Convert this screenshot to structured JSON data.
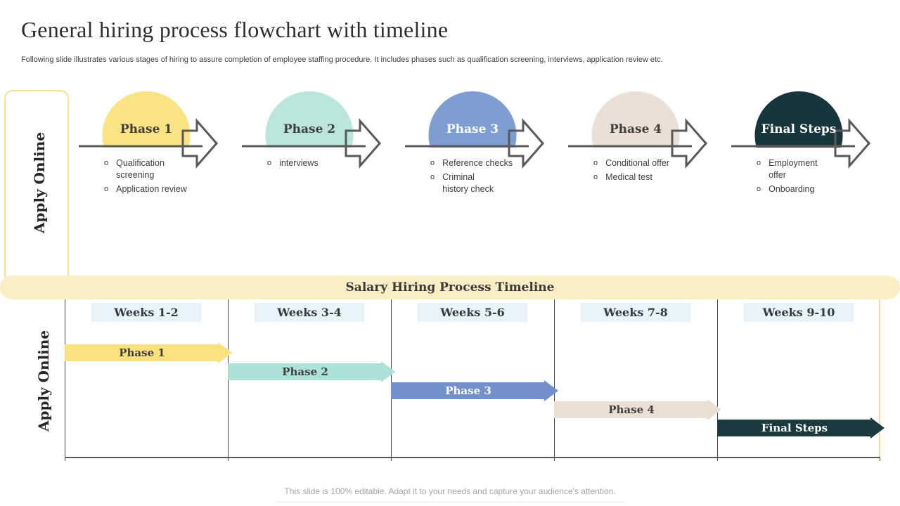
{
  "slide": {
    "title": "General hiring process flowchart with timeline",
    "subtitle": "Following slide illustrates various stages of hiring to assure completion of employee staffing procedure. It includes phases such as qualification screening, interviews, application review etc.",
    "footer": "This slide is 100% editable. Adapt it to your needs and capture your audience's attention."
  },
  "flowchart": {
    "side_label": "Apply Online",
    "phases": [
      {
        "label": "Phase 1",
        "color": "#f9e383",
        "text_color": "#3f3f3f",
        "items": [
          "Qualification\nscreening",
          "Application review"
        ]
      },
      {
        "label": "Phase 2",
        "color": "#b9e5dc",
        "text_color": "#3f3f3f",
        "items": [
          "interviews"
        ]
      },
      {
        "label": "Phase 3",
        "color": "#7d9dd3",
        "text_color": "#ffffff",
        "items": [
          "Reference checks",
          "Criminal\nhistory check"
        ]
      },
      {
        "label": "Phase 4",
        "color": "#eae0d5",
        "text_color": "#3f3f3f",
        "items": [
          "Conditional offer",
          "Medical test"
        ]
      },
      {
        "label": "Final Steps",
        "color": "#16363c",
        "text_color": "#ffffff",
        "items": [
          "Employment\noffer",
          "Onboarding"
        ]
      }
    ]
  },
  "timeline": {
    "banner": "Salary Hiring Process Timeline",
    "side_label": "Apply Online",
    "columns": [
      "Weeks 1-2",
      "Weeks 3-4",
      "Weeks 5-6",
      "Weeks 7-8",
      "Weeks 9-10"
    ],
    "bars": [
      {
        "label": "Phase 1",
        "color": "#fae17e",
        "text_color": "#3f3f3f",
        "column": 0
      },
      {
        "label": "Phase 2",
        "color": "#ace1d7",
        "text_color": "#3f3f3f",
        "column": 1
      },
      {
        "label": "Phase 3",
        "color": "#7291cb",
        "text_color": "#ffffff",
        "column": 2
      },
      {
        "label": "Phase 4",
        "color": "#ebdfd3",
        "text_color": "#3f3f3f",
        "column": 3
      },
      {
        "label": "Final Steps",
        "color": "#1b3a40",
        "text_color": "#ffffff",
        "column": 4
      }
    ]
  },
  "colors": {
    "accent_border": "#f3e294",
    "banner_bg": "#faefc4",
    "week_header_bg": "#e8f4f9",
    "line_gray": "#595959"
  }
}
